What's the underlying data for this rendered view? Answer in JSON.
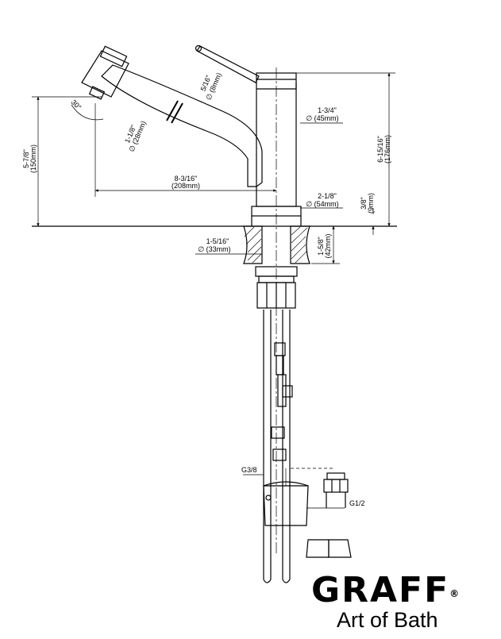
{
  "dimensions": {
    "spout_diameter": {
      "frac": "1-1/8\"",
      "mm": "∅ (28mm)"
    },
    "lever_diameter": {
      "frac": "5/16\"",
      "mm": "∅ (8mm)"
    },
    "body_diameter": {
      "frac": "1-3/4\"",
      "mm": "∅ (45mm)"
    },
    "base_diameter": {
      "frac": "2-1/8\"",
      "mm": "∅ (54mm)"
    },
    "reach": {
      "frac": "8-3/16\"",
      "mm": "(208mm)"
    },
    "spout_height": {
      "frac": "5-7/8\"",
      "mm": "(150mm)"
    },
    "total_height": {
      "frac": "6-15/16\"",
      "mm": "(176mm)"
    },
    "base_height": {
      "frac": "3/8\"",
      "mm": "(9mm)"
    },
    "hole_diameter": {
      "frac": "1-5/16\"",
      "mm": "∅ (33mm)"
    },
    "deck_thickness": {
      "frac": "1-5/8\"",
      "mm": "(42mm)"
    },
    "angle": "30°",
    "thread_supply": "G3/8",
    "thread_valve": "G1/2"
  },
  "brand": {
    "name": "GRAFF",
    "registered": "®",
    "tagline": "Art of Bath"
  }
}
